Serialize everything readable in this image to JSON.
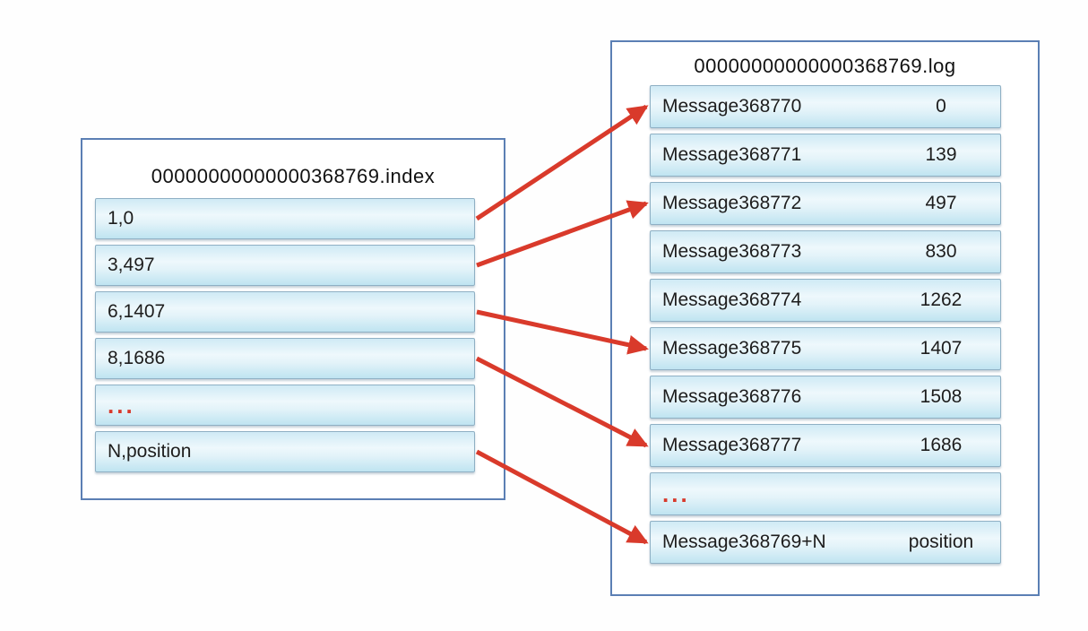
{
  "diagram": {
    "arrow_color": "#d93a2b",
    "box_border_color": "#5b7fb4",
    "index_file": {
      "title": "00000000000000368769.index",
      "rows": [
        {
          "id": "idx-1",
          "label": "1,0"
        },
        {
          "id": "idx-3",
          "label": "3,497"
        },
        {
          "id": "idx-6",
          "label": "6,1407"
        },
        {
          "id": "idx-8",
          "label": "8,1686"
        },
        {
          "id": "idx-ellipsis",
          "label": "...",
          "ellipsis": true
        },
        {
          "id": "idx-n",
          "label": "N,position"
        }
      ]
    },
    "log_file": {
      "title": "00000000000000368769.log",
      "rows": [
        {
          "id": "log-368770",
          "label": "Message368770",
          "position": "0"
        },
        {
          "id": "log-368771",
          "label": "Message368771",
          "position": "139"
        },
        {
          "id": "log-368772",
          "label": "Message368772",
          "position": "497"
        },
        {
          "id": "log-368773",
          "label": "Message368773",
          "position": "830"
        },
        {
          "id": "log-368774",
          "label": "Message368774",
          "position": "1262"
        },
        {
          "id": "log-368775",
          "label": "Message368775",
          "position": "1407"
        },
        {
          "id": "log-368776",
          "label": "Message368776",
          "position": "1508"
        },
        {
          "id": "log-368777",
          "label": "Message368777",
          "position": "1686"
        },
        {
          "id": "log-ellipsis",
          "label": "...",
          "ellipsis": true
        },
        {
          "id": "log-n",
          "label": "Message368769+N",
          "position": "position"
        }
      ]
    },
    "arrows": [
      {
        "from": "idx-1",
        "to": "log-368770"
      },
      {
        "from": "idx-3",
        "to": "log-368772"
      },
      {
        "from": "idx-6",
        "to": "log-368775"
      },
      {
        "from": "idx-8",
        "to": "log-368777"
      },
      {
        "from": "idx-n",
        "to": "log-n"
      }
    ]
  }
}
